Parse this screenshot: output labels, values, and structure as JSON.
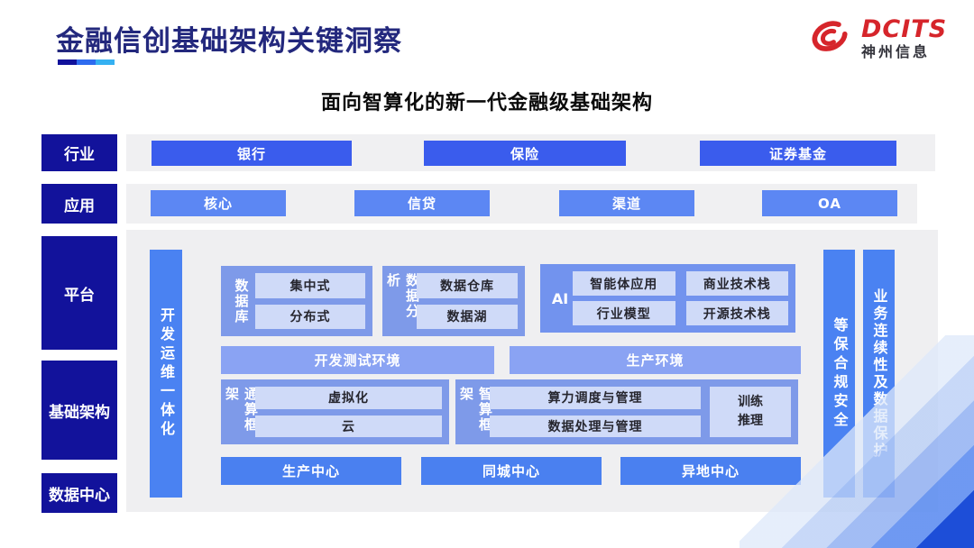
{
  "slide": {
    "title": "金融信创基础架构关键洞察",
    "subtitle": "面向智算化的新一代金融级基础架构",
    "logo": {
      "brand": "DCITS",
      "company": "神州信息"
    }
  },
  "colors": {
    "title_navy": "#23287d",
    "label_navy": "#12129b",
    "industry_blue": "#3a5ced",
    "application_blue": "#5c87f3",
    "bar_blue": "#4a82f2",
    "group_blue": "#7e9ae9",
    "inner_light_blue": "#cfdaf8",
    "panel_gray": "#efeff1",
    "logo_red": "#d6252b",
    "underline": [
      "#11119b",
      "#2e6bef",
      "#35b1f2"
    ]
  },
  "diagram": {
    "row_labels": {
      "industry": "行业",
      "application": "应用",
      "platform": "平台",
      "infrastructure": "基础架构",
      "datacenter": "数据中心"
    },
    "industry": {
      "items": [
        "银行",
        "保险",
        "证券基金"
      ]
    },
    "application": {
      "items": [
        "核心",
        "信贷",
        "渠道",
        "OA"
      ]
    },
    "platform": {
      "devops_bar": "开发运维一体化",
      "database_group": {
        "label": "数据库",
        "items": [
          "集中式",
          "分布式"
        ]
      },
      "analytics_group": {
        "label": "数据分析",
        "items": [
          "数据仓库",
          "数据湖"
        ]
      },
      "ai_group": {
        "label": "AI",
        "items": [
          "智能体应用",
          "商业技术栈",
          "行业模型",
          "开源技术栈"
        ]
      },
      "environments": [
        "开发测试环境",
        "生产环境"
      ],
      "general_framework": {
        "label": "通算框架",
        "items": [
          "虚拟化",
          "云"
        ]
      },
      "smart_framework": {
        "label": "智算框架",
        "items": [
          "算力调度与管理",
          "数据处理与管理"
        ],
        "side": "训练\n推理"
      },
      "centers": [
        "生产中心",
        "同城中心",
        "异地中心"
      ],
      "security_bar": "等保合规安全",
      "continuity_bar": "业务连续性及数据保护"
    }
  }
}
